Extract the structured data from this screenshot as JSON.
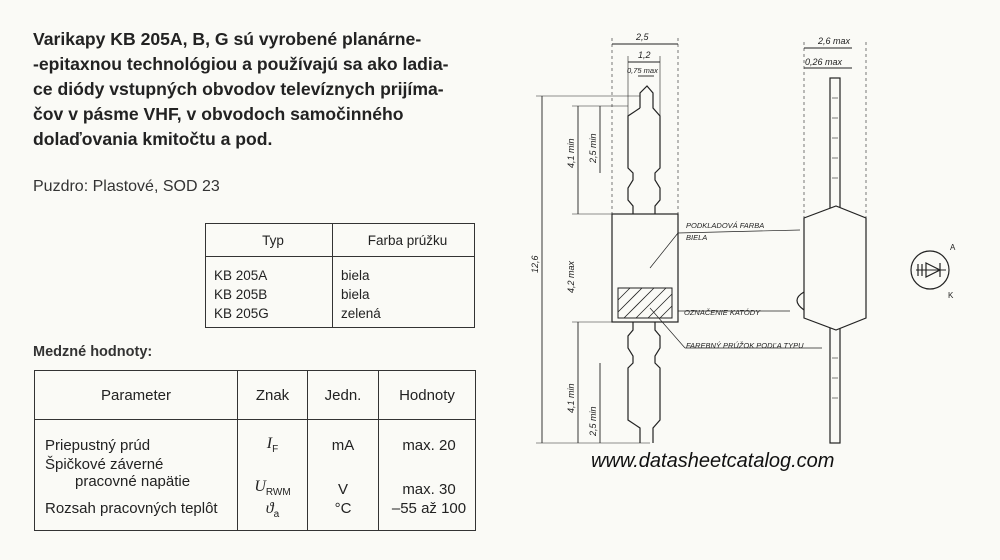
{
  "intro": {
    "lines": [
      "Varikapy KB 205A, B, G sú vyrobené planárne-",
      "-epitaxnou technológiou a používajú sa ako ladia-",
      "ce diódy vstupných obvodov televíznych prijíma-",
      "čov v pásme VHF, v obvodoch samočinného",
      "dolaďovania kmitočtu a pod."
    ]
  },
  "package": "Puzdro: Plastové, SOD 23",
  "types_table": {
    "headers": [
      "Typ",
      "Farba prúžku"
    ],
    "rows": [
      [
        "KB 205A",
        "biela"
      ],
      [
        "KB 205B",
        "biela"
      ],
      [
        "KB 205G",
        "zelená"
      ]
    ]
  },
  "limits": {
    "heading": "Medzné hodnoty:",
    "headers": [
      "Parameter",
      "Znak",
      "Jedn.",
      "Hodnoty"
    ],
    "rows": [
      {
        "param": "Priepustný prúd",
        "param_cont": "",
        "symbol": "I",
        "symbol_sub": "F",
        "unit": "mA",
        "value": "max. 20"
      },
      {
        "param": "Špičkové záverné",
        "param_cont": "pracovné napätie",
        "symbol": "U",
        "symbol_sub": "RWM",
        "unit": "V",
        "value": "max. 30"
      },
      {
        "param": "Rozsah pracovných teplôt",
        "param_cont": "",
        "symbol": "ϑ",
        "symbol_sub": "a",
        "unit": "°C",
        "value": "–55 až 100"
      }
    ]
  },
  "drawing": {
    "dimensions": {
      "total_width": "2,5",
      "lead_width": "1,2",
      "lead_tip": "0,75 max",
      "total_length": "12,6",
      "lead_top_min": "4,1 min",
      "lead_top_inner": "2,5 min",
      "body_length": "4,2 max",
      "lead_bottom_min": "4,1 min",
      "lead_bottom_inner": "2,5 min",
      "side_width": "2,6 max",
      "side_lead": "0,26 max"
    },
    "callouts": {
      "base_color_line1": "PODKLADOVÁ FARBA",
      "base_color_line2": "BIELA",
      "cathode_mark": "OZNAČENIE KATÓDY",
      "type_stripe": "FAREBNÝ PRÚŽOK PODĽA TYPU"
    },
    "symbol": {
      "anode": "A",
      "cathode": "K"
    }
  },
  "watermark": "www.datasheetcatalog.com"
}
